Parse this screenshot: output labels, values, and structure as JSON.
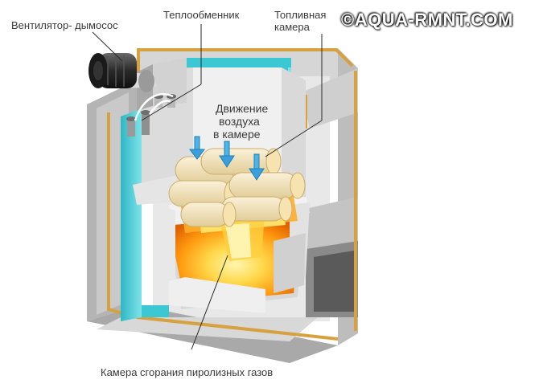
{
  "labels": {
    "fan": "Вентилятор- дымосос",
    "heat_exchanger": "Теплообменник",
    "fuel_chamber_line1": "Топливная",
    "fuel_chamber_line2": "камера",
    "air_line1": "Движение",
    "air_line2": "воздуха",
    "air_line3": "в камере",
    "combustion": "Камера сгорания пиролизных газов"
  },
  "watermark": "©AQUA-RMNT.COM",
  "colors": {
    "outer_wall": "#b9b9b9",
    "wall_light": "#e7e7e7",
    "insulation": "#d6a13e",
    "water_jacket": "#36c3cf",
    "fire_core": "#ffd85a",
    "fire_outer": "#ff8a00",
    "arrow": "#3aa0dc",
    "logs": "#f1e0b5"
  }
}
